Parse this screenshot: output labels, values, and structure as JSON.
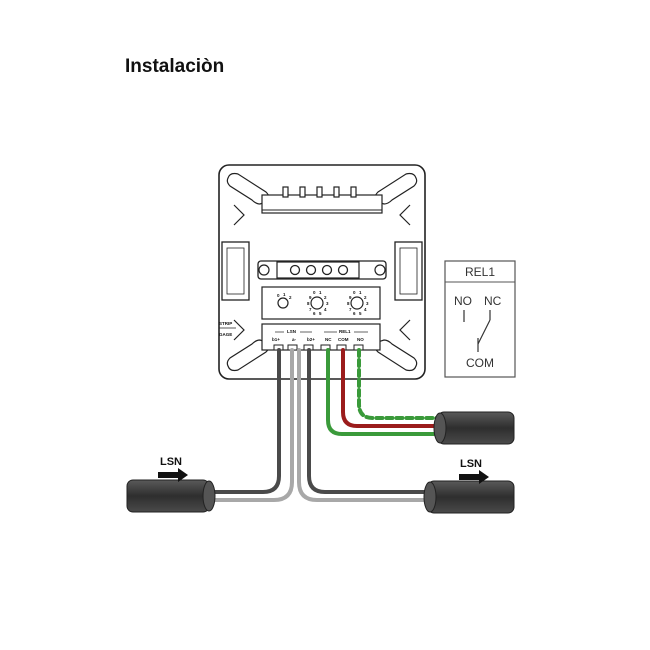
{
  "title": "Instalaciòn",
  "device": {
    "side_label_top": "STRIP",
    "side_label_bottom": "GAGE",
    "group_lsn": "LSN",
    "group_rel": "REL1",
    "terminals": [
      "b1+",
      "a-",
      "b2+",
      "NC",
      "COM",
      "NO"
    ],
    "dial_1_digits": "0 1 2",
    "dial_2_digits": "9 0 1\n8   2\n7   3\n6 5 4",
    "dial_3_digits": "9 0 1\n8   2\n7   3\n6 5 4",
    "dial_1_a": "0",
    "dial_1_b": "1",
    "dial_1_c": "2"
  },
  "relay_box": {
    "title": "REL1",
    "no": "NO",
    "nc": "NC",
    "com": "COM"
  },
  "lsn_left": "LSN",
  "lsn_right": "LSN",
  "colors": {
    "wire_dark": "#4a4a4a",
    "wire_light": "#a8a8a8",
    "wire_green": "#3a9a3a",
    "wire_red": "#9b1c1c",
    "cable": "#3c3c3c"
  }
}
